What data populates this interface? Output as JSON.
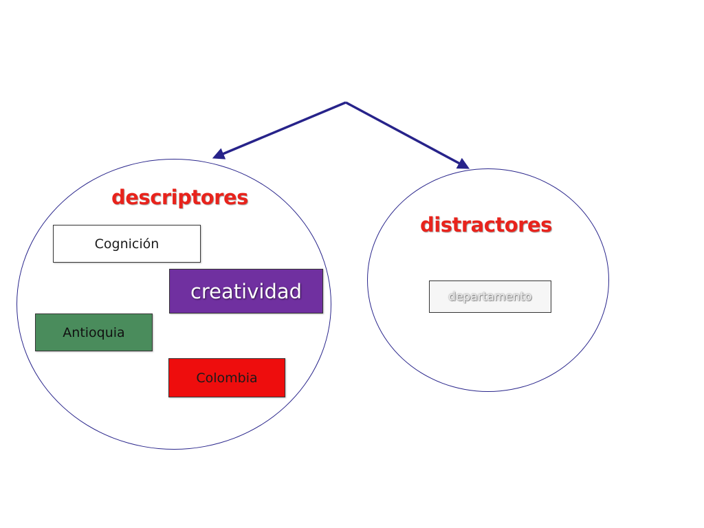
{
  "colors": {
    "arrow": "#27238a",
    "ellipse_border": "#27238a",
    "heading": "#e8231c",
    "creatividad_fill": "#7030a0",
    "antioquia_fill": "#4a8c5c",
    "colombia_fill": "#ee0d0d",
    "departamento_fill": "#f6f6f6"
  },
  "groups": {
    "descriptores": {
      "heading": "descriptores",
      "items": {
        "cognicion": "Cognición",
        "creatividad": "creatividad",
        "antioquia": "Antioquia",
        "colombia": "Colombia"
      }
    },
    "distractores": {
      "heading": "distractores",
      "items": {
        "departamento": "departamento"
      }
    }
  }
}
